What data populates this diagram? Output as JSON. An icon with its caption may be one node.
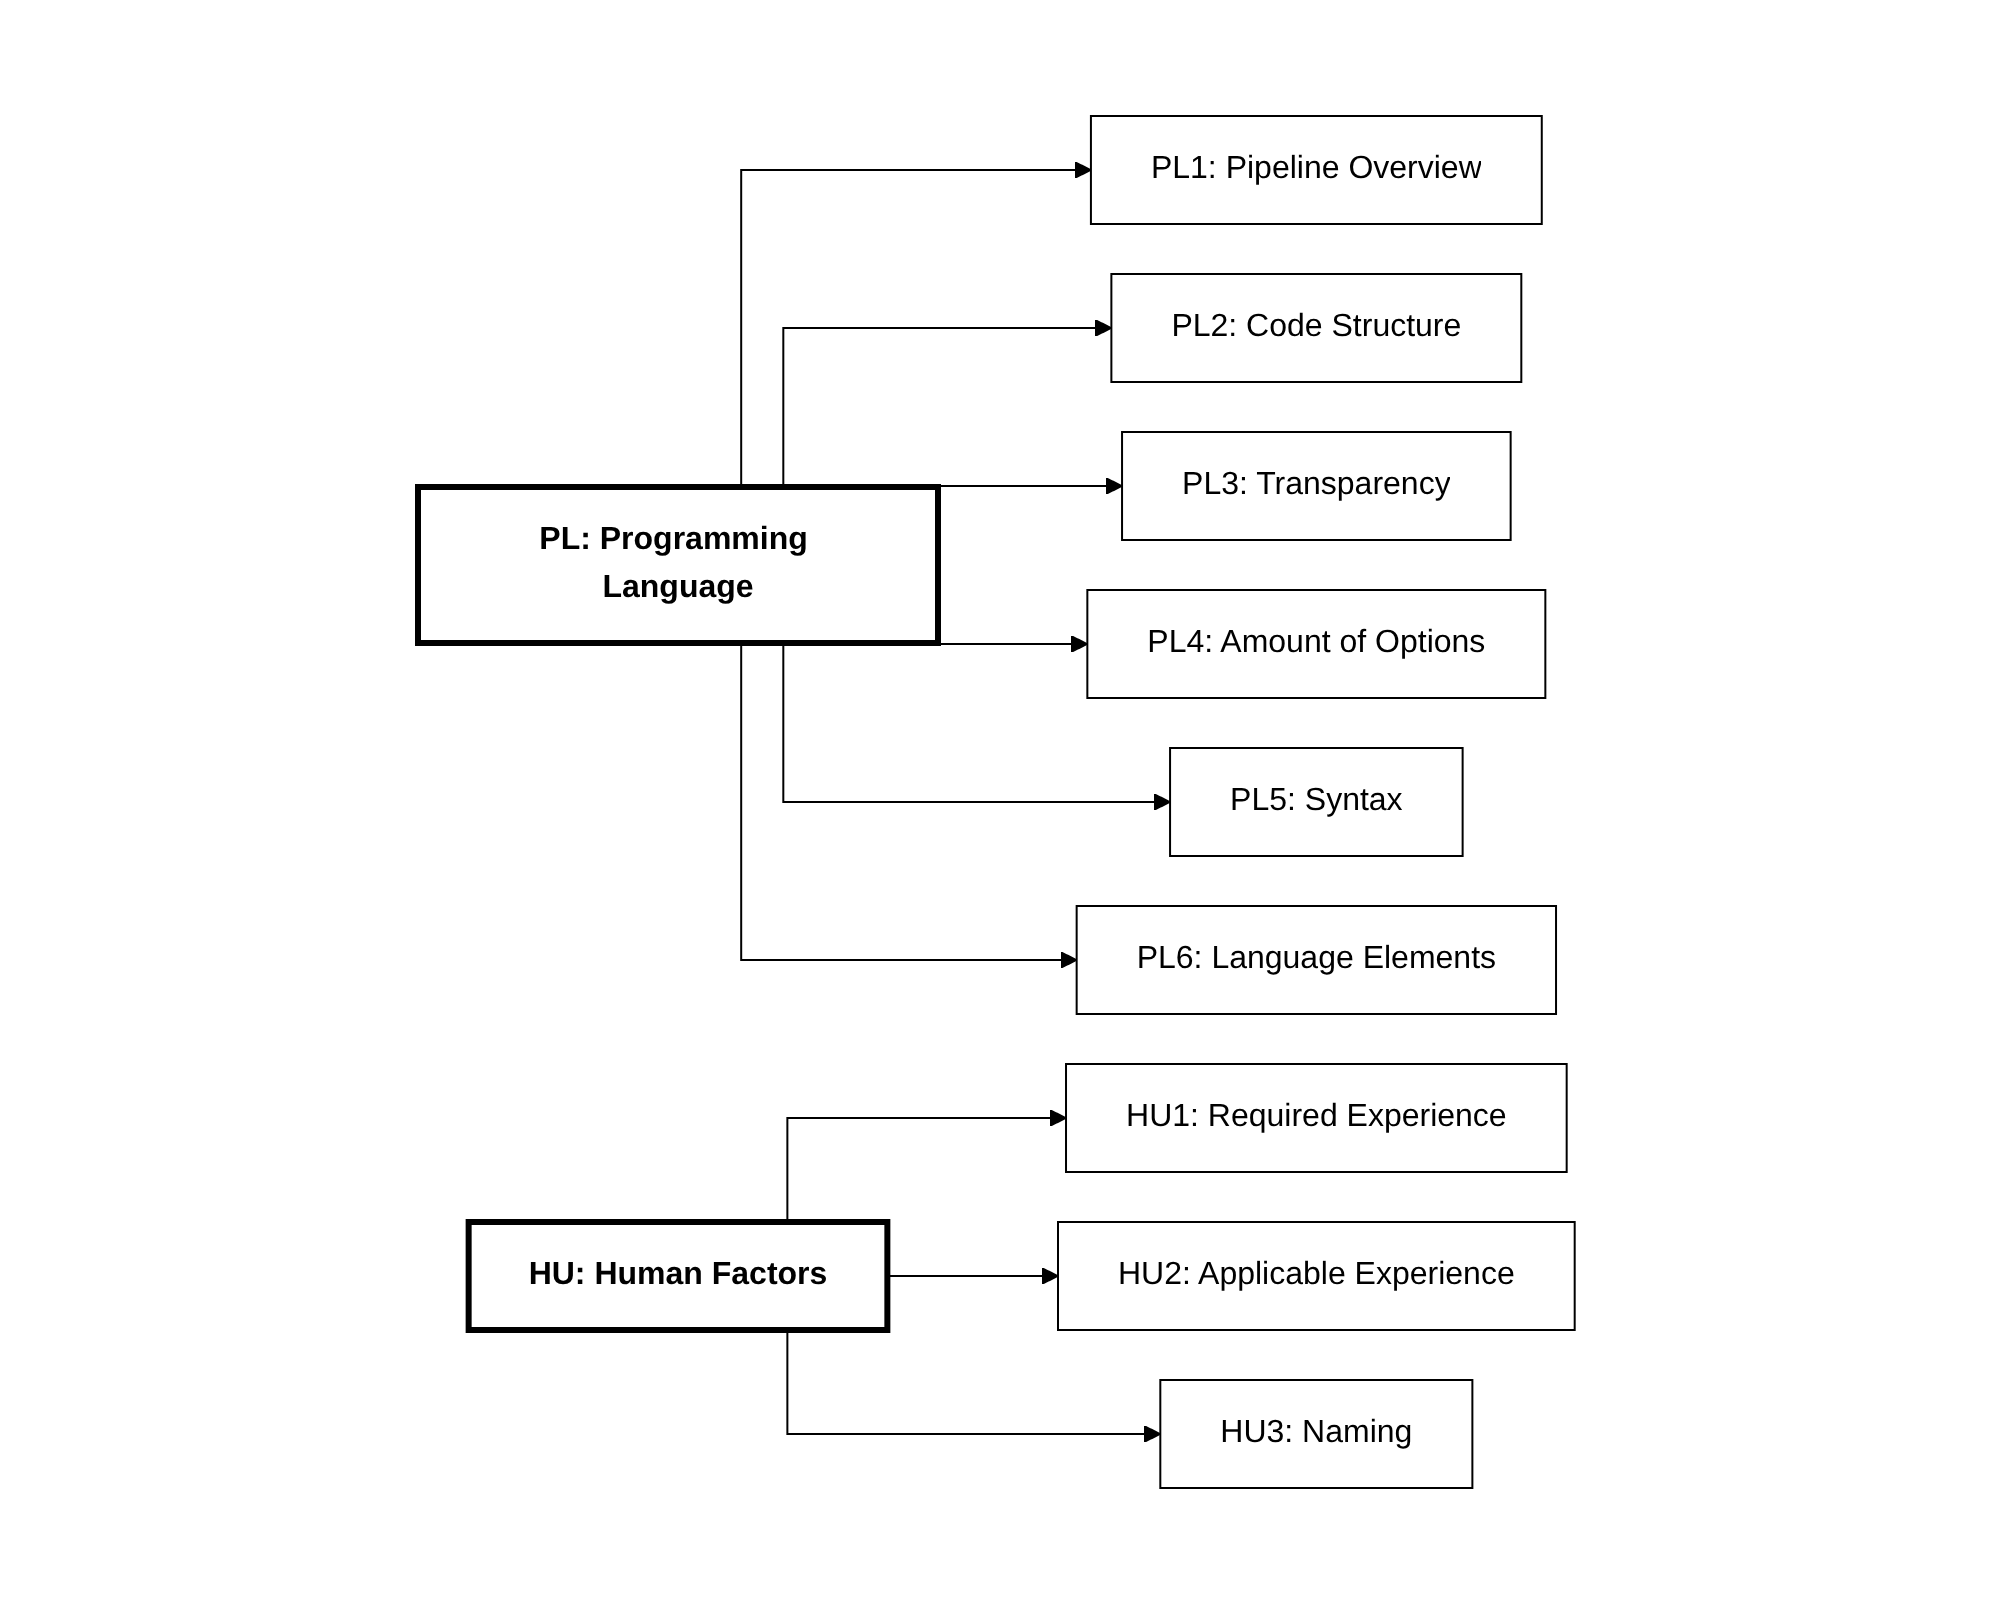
{
  "diagram": {
    "nodes": [
      {
        "text": [
          "PL: Programming Language"
        ]
      },
      {
        "text": [
          "PL1: Pipeline Overview"
        ]
      },
      {
        "text": [
          "PL2: Code Structure"
        ]
      },
      {
        "text": [
          "PL3: Transparency"
        ]
      },
      {
        "text": [
          "PL4: Amount of Options"
        ]
      },
      {
        "text": [
          "PL5: Syntax"
        ]
      },
      {
        "text": [
          "PL6: Language Elements"
        ]
      },
      {
        "text": [
          "HU: Human Factors"
        ]
      },
      {
        "text": [
          "HU1: Required Experience"
        ]
      },
      {
        "text": [
          "HU2: Applicable Experience"
        ]
      },
      {
        "text": [
          "HU3: Naming"
        ]
      }
    ],
    "edges": [
      {
        "from": 0,
        "to": 1,
        "arrow": "to"
      },
      {
        "from": 0,
        "to": 2,
        "arrow": "to"
      },
      {
        "from": 0,
        "to": 3,
        "arrow": "to"
      },
      {
        "from": 0,
        "to": 4,
        "arrow": "to"
      },
      {
        "from": 0,
        "to": 5,
        "arrow": "to"
      },
      {
        "from": 0,
        "to": 6,
        "arrow": "to"
      },
      {
        "from": 7,
        "to": 8,
        "arrow": "to"
      },
      {
        "from": 7,
        "to": 9,
        "arrow": "to"
      },
      {
        "from": 7,
        "to": 10,
        "arrow": "to"
      }
    ]
  }
}
